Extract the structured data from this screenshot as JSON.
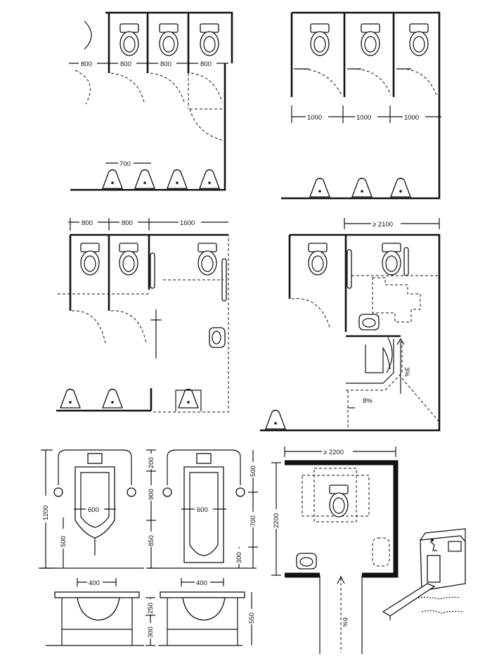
{
  "panel_a": {
    "dims": [
      "800",
      "800",
      "800",
      "800"
    ],
    "urinal_spacing": "700"
  },
  "panel_b": {
    "dims": [
      "1000",
      "1000",
      "1000"
    ]
  },
  "panel_c": {
    "dims": [
      "800",
      "800",
      "1600"
    ]
  },
  "panel_d": {
    "width": "≥ 2100",
    "slope_short": "3%",
    "slope_ramp": "8%"
  },
  "panel_e": {
    "width": "400",
    "top_gap": "",
    "total_height": "1200",
    "bar_span": "600",
    "rim_height": "500"
  },
  "panel_f": {
    "width": "400",
    "seg_top": "200",
    "seg_mid": "900",
    "seg_low": "850",
    "bar_span": "600",
    "right_top": "500",
    "right_mid": "700",
    "right_low": "300"
  },
  "panel_g": {
    "sink_a": "250",
    "sink_b": "300",
    "sink_c": "550"
  },
  "panel_h": {
    "width": "≥ 2200",
    "depth": "2200",
    "ramp_slope": "6%"
  }
}
